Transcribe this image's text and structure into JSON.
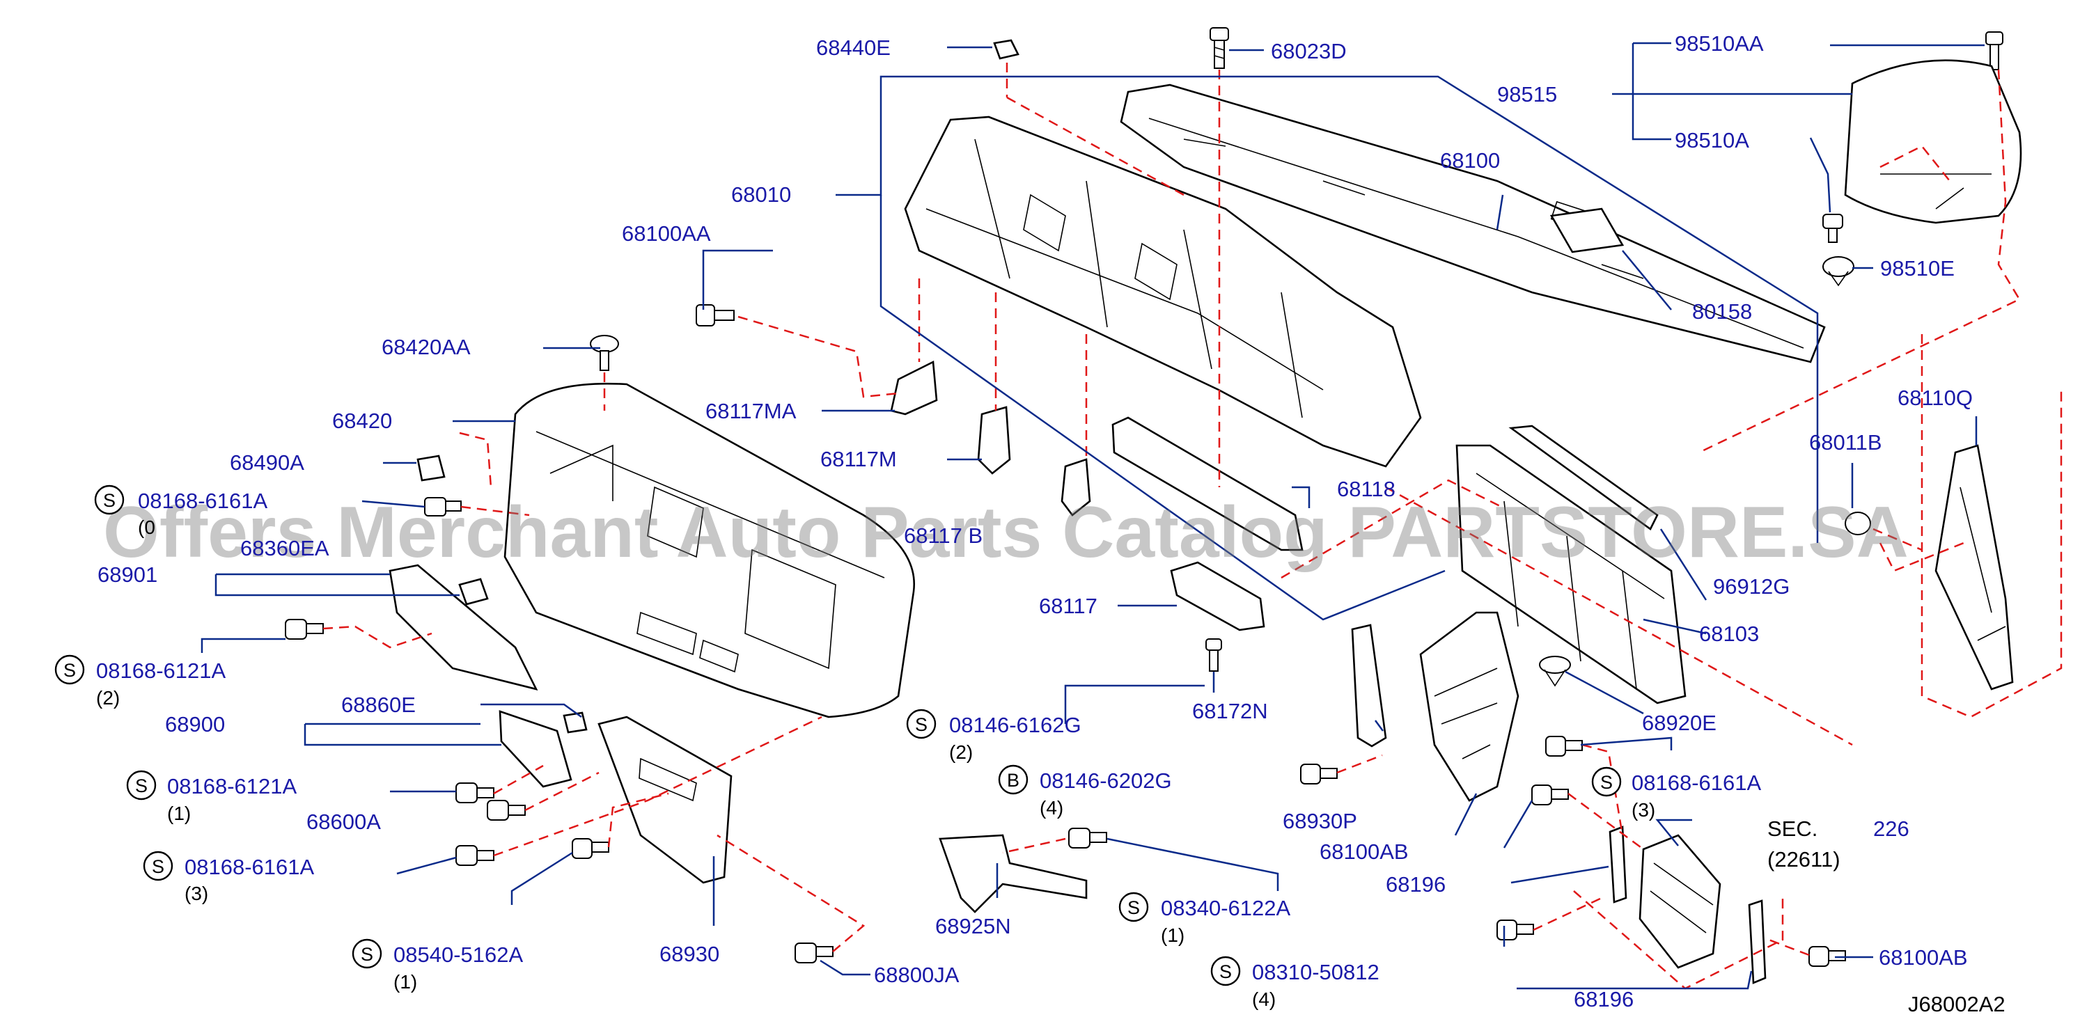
{
  "diagram_code": "J68002A2",
  "watermark": "Offers Merchant Auto Parts Catalog PARTSTORE.SA",
  "labels": {
    "p68440E": "68440E",
    "p68023D": "68023D",
    "p98510AA": "98510AA",
    "p98515": "98515",
    "p98510A": "98510A",
    "p98510E": "98510E",
    "p68010": "68010",
    "p68100": "68100",
    "p80158": "80158",
    "p68100AA": "68100AA",
    "p68420AA": "68420AA",
    "p68117MA": "68117MA",
    "p68117M": "68117M",
    "p68420": "68420",
    "p68490A": "68490A",
    "p68360EA": "68360EA",
    "p68901": "68901",
    "p68117": "68117",
    "p68117B": "68117 B",
    "p68118": "68118",
    "p68110Q": "68110Q",
    "p68011B": "68011B",
    "p96912G": "96912G",
    "p68103": "68103",
    "p68172N": "68172N",
    "p68920E": "68920E",
    "p68860E": "68860E",
    "p68900": "68900",
    "p68600A": "68600A",
    "p68930P": "68930P",
    "p68100AB_1": "68100AB",
    "p68196_1": "68196",
    "p68925N": "68925N",
    "p68930": "68930",
    "p68800JA": "68800JA",
    "p68100AB_2": "68100AB",
    "p68196_2": "68196",
    "sec_prefix": "SEC.",
    "sec_num": "226",
    "sec_sub": "(22611)"
  },
  "std_parts": [
    {
      "symbol": "S",
      "number": "08168-6161A",
      "qty": "(0"
    },
    {
      "symbol": "S",
      "number": "08168-6121A",
      "qty": "(2)"
    },
    {
      "symbol": "S",
      "number": "08168-6121A",
      "qty": "(1)"
    },
    {
      "symbol": "S",
      "number": "08168-6161A",
      "qty": "(3)"
    },
    {
      "symbol": "S",
      "number": "08540-5162A",
      "qty": "(1)"
    },
    {
      "symbol": "S",
      "number": "08146-6162G",
      "qty": "(2)"
    },
    {
      "symbol": "B",
      "number": "08146-6202G",
      "qty": "(4)"
    },
    {
      "symbol": "S",
      "number": "08340-6122A",
      "qty": "(1)"
    },
    {
      "symbol": "S",
      "number": "08310-50812",
      "qty": "(4)"
    },
    {
      "symbol": "S",
      "number": "08168-6161A",
      "qty": "(3)"
    }
  ],
  "colors": {
    "label_blue": "#1a1aa8",
    "leader_blue": "#0a2a8a",
    "dash_red": "#e01818",
    "outline": "#000000",
    "watermark": "#7a7a7a"
  }
}
